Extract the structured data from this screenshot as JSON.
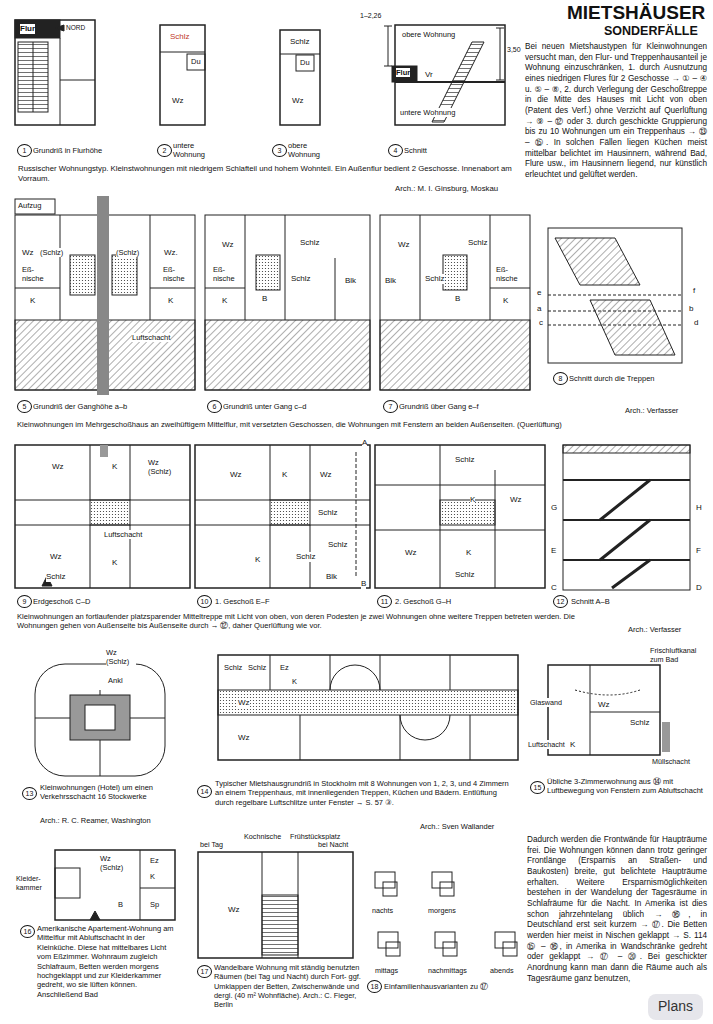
{
  "diagram": {
    "title": "MIETSHÄUSER",
    "labels": [
      "SONDERFÄLLE",
      "Bei neuen Mietshaustypen für Kleinwohnungen versucht man, den Flur- und Treppenhausanteil je Wohnung einzuschränken, 1. durch Ausnutzung eines niedrigen Flures für 2 Geschosse → ① – ④ u. ⑤ – ⑧, 2. durch Verlegung der Geschoßtreppe in die Mitte des Hauses mit Licht von oben (Patent des Verf.) ohne Verzicht auf Querlüftung → ⑨ – ⑫ oder 3. durch geschickte Gruppierung bis zu 10 Wohnungen um ein Treppenhaus → ⑬ – ⑮. In solchen Fällen liegen Küchen meist mittelbar belichtet im Hausinnern, während Bad, Flure usw., im Hausinnern liegend, nur künstlich erleuchtet und gelüftet werden.",
      "NORD",
      "Flur",
      "Schlz",
      "Du",
      "Wz",
      "Schlz",
      "Du",
      "Wz",
      "obere Wohnung",
      "Flur",
      "Vr",
      "3,50",
      "1–2,26",
      "untere Wohnung",
      "1",
      "Grundriß in Flurhöhe",
      "2",
      "untere Wohnung",
      "3",
      "obere Wohnung",
      "4",
      "Schnitt",
      "Russischer Wohnungstyp. Kleinstwohnungen mit niedrigem Schlafteil und hohem Wohnteil. Ein Außenflur bedient 2 Geschosse. Innenabort am Vorraum.",
      "Arch.: M. I. Ginsburg, Moskau",
      "Aufzug",
      "Wz",
      "(Schlz)",
      "(Schlz)",
      "Wz.",
      "Eß-nische",
      "Eß-nische",
      "K",
      "K",
      "Luftschacht",
      "Wz",
      "Schlz",
      "Eß-nische",
      "K",
      "B",
      "Schlz",
      "Blk",
      "Wz",
      "Schlz",
      "Blk",
      "Schlz",
      "Eß-nische",
      "B",
      "K",
      "e",
      "a",
      "c",
      "f",
      "b",
      "d",
      "5",
      "Grundriß der Ganghöhe a–b",
      "6",
      "Grundriß unter Gang c–d",
      "7",
      "Grundriß über Gang e–f",
      "8",
      "Schnitt durch die Treppen",
      "Arch.: Verfasser",
      "Kleinwohnungen im Mehrgeschoßhaus an zweihüftigem Mittelflur, mit versetzten Geschossen, die Wohnungen mit Fenstern an beiden Außenseiten. (Querlüftung)",
      "Wz",
      "K",
      "Wz (Schlz)",
      "Luftschacht",
      "Wz",
      "Schlz",
      "K",
      "A",
      "Wz",
      "K",
      "Wz",
      "Schlz",
      "Schlz",
      "K",
      "Schlz",
      "Blk",
      "B",
      "Schlz",
      "K",
      "Wz",
      "Wz",
      "K",
      "Schlz",
      "G",
      "H",
      "E",
      "F",
      "C",
      "D",
      "9",
      "Erdgeschoß C–D",
      "10",
      "1. Geschoß E–F",
      "11",
      "2. Geschoß G–H",
      "12",
      "Schnitt A–B",
      "Kleinwohnungen an fortlaufender platzsparender Mitteltreppe mit Licht von oben, von deren Podesten je zwei Wohnungen ohne weitere Treppen betreten werden. Die Wohnungen gehen von Außenseite bis Außenseite durch → ⑫, daher Querlüftung wie vor.",
      "Arch.: Verfasser",
      "Wz (Schlz)",
      "Ankl",
      "13",
      "Kleinwohnungen (Hotel) um einen Verkehrsschacht 16 Stockwerke",
      "Arch.: R. C. Reamer, Washington",
      "Schlz",
      "Schlz",
      "Ez",
      "K",
      "Wz",
      "Wz",
      "14",
      "Typischer Mietshausgrundriß in Stockholm mit 8 Wohnungen von 1, 2, 3, und 4 Zimmern an einem Treppenhaus, mit innenliegenden Treppen, Küchen und Bädern. Entlüftung durch regelbare Luftschlitze unter Fenster → S. 57 ③.",
      "Arch.: Sven Wallander",
      "Frischluftkanal zum Bad",
      "Glaswand",
      "Wz",
      "Schlz",
      "Luftschacht",
      "K",
      "Müllschacht",
      "15",
      "Übliche 3-Zimmerwohnung aus ⑭ mit Luftbewegung von Fenstern zum Abluftschacht",
      "Kleider-kammer",
      "Wz (Schlz)",
      "Ez",
      "K",
      "B",
      "Sp",
      "16",
      "Amerikanische Apartement-Wohnung am Mittelflur mit Abluftschacht in der Kleinküche. Diese hat mittelbares Licht vom Eßzimmer. Wohnraum zugleich Schlafraum, Betten werden morgens hochgeklappt und zur Kleiderkammer gedreht, wo sie lüften können. Anschließend Bad",
      "bei Tag",
      "Kochnische",
      "Frühstücksplatz",
      "bei Nacht",
      "Wz",
      "17",
      "Wandelbare Wohnung mit ständig benutzten Räumen (bei Tag und Nacht) durch Fort- ggf. Umklappen der Betten, Zwischenwände und dergl. (40 m² Wohnfläche). Arch.: C. Fieger, Berlin",
      "nachts",
      "morgens",
      "mittags",
      "nachmittags",
      "abends",
      "18",
      "Einfamilienhausvarianten zu ⑰",
      "Dadurch werden die Frontwände für Haupträume frei. Die Wohnungen können dann trotz geringer Frontlänge (Ersparnis an Straßen- und Baukosten) breite, gut belichtete Haupträume erhalten. Weitere Ersparnismöglichkeiten bestehen in der Wandelung der Tagesräume in Schlafräume für die Nacht. In Amerika ist dies schon jahrzehntelang üblich → ⑯, in Deutschland erst seit kurzem → ⑰. Die Betten werden hier meist in Nischen geklappt → S. 114 ⑮ – ⑯, in Amerika in Wandschränke gedreht oder geklappt → ⑰ – ⑳. Bei geschickter Anordnung kann man dann die Räume auch als Tagesräume ganz benutzen,",
      "Plans"
    ]
  }
}
